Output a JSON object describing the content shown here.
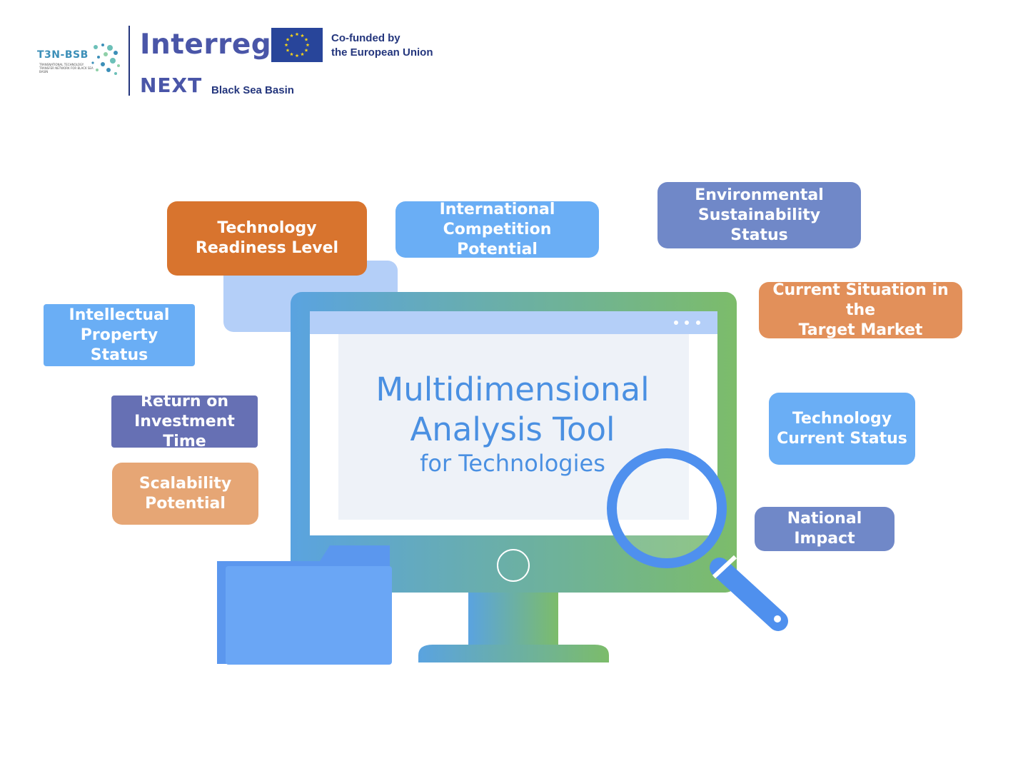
{
  "header": {
    "t3n_logo": {
      "title": "T3N-BSB",
      "subtitle": "TRANSNATIONAL TECHNOLOGY TRANSFER NETWORK for BLACK SEA BASIN"
    },
    "interreg": "Interreg",
    "next": "NEXT",
    "program_region": "Black Sea Basin",
    "eu_text_line1": "Co-funded by",
    "eu_text_line2": "the European Union"
  },
  "center": {
    "title_line1": "Multidimensional",
    "title_line2": "Analysis Tool",
    "subtitle": "for Technologies"
  },
  "categories": [
    {
      "id": "trl",
      "label": "Technology\nReadiness Level",
      "color": "#d8742e"
    },
    {
      "id": "icp",
      "label": "International\nCompetition Potential",
      "color": "#6aaef5"
    },
    {
      "id": "ess",
      "label": "Environmental\nSustainability\nStatus",
      "color": "#7088c8"
    },
    {
      "id": "ips",
      "label": "Intellectual\nProperty Status",
      "color": "#6aaef5"
    },
    {
      "id": "csm",
      "label": "Current Situation in the\nTarget Market",
      "color": "#e2905a"
    },
    {
      "id": "roi",
      "label": "Return on\nInvestment Time",
      "color": "#6670b4"
    },
    {
      "id": "tcs",
      "label": "Technology\nCurrent Status",
      "color": "#6aaef5"
    },
    {
      "id": "scp",
      "label": "Scalability\nPotential",
      "color": "#e6a675"
    },
    {
      "id": "nat",
      "label": "National Impact",
      "color": "#7088c8"
    }
  ],
  "colors": {
    "monitor_gradient_start": "#5aa3e0",
    "monitor_gradient_end": "#7cbc6a",
    "folder": "#6aa6f5",
    "magnifier": "#4f90ee",
    "title_text": "#4a90e2"
  },
  "icons": [
    "monitor-icon",
    "folder-icon",
    "magnifier-icon",
    "eu-flag-icon",
    "t3n-network-icon"
  ]
}
